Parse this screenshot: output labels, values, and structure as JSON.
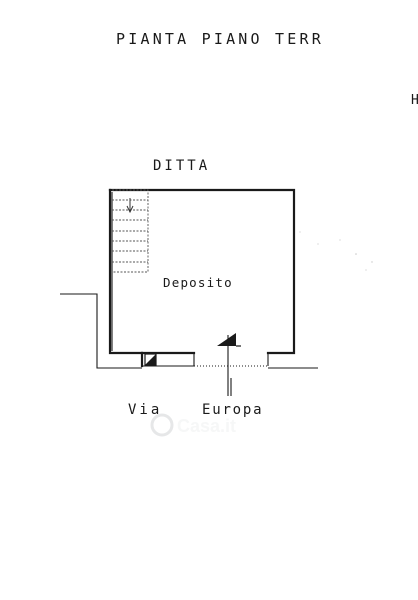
{
  "plan": {
    "title": "PIANTA PIANO TERR",
    "corner_mark": "H",
    "company_label": "DITTA",
    "room_label": "Deposito",
    "street_label_via": "Via",
    "street_label_europa": "Europa",
    "watermark": "Casa.it"
  }
}
